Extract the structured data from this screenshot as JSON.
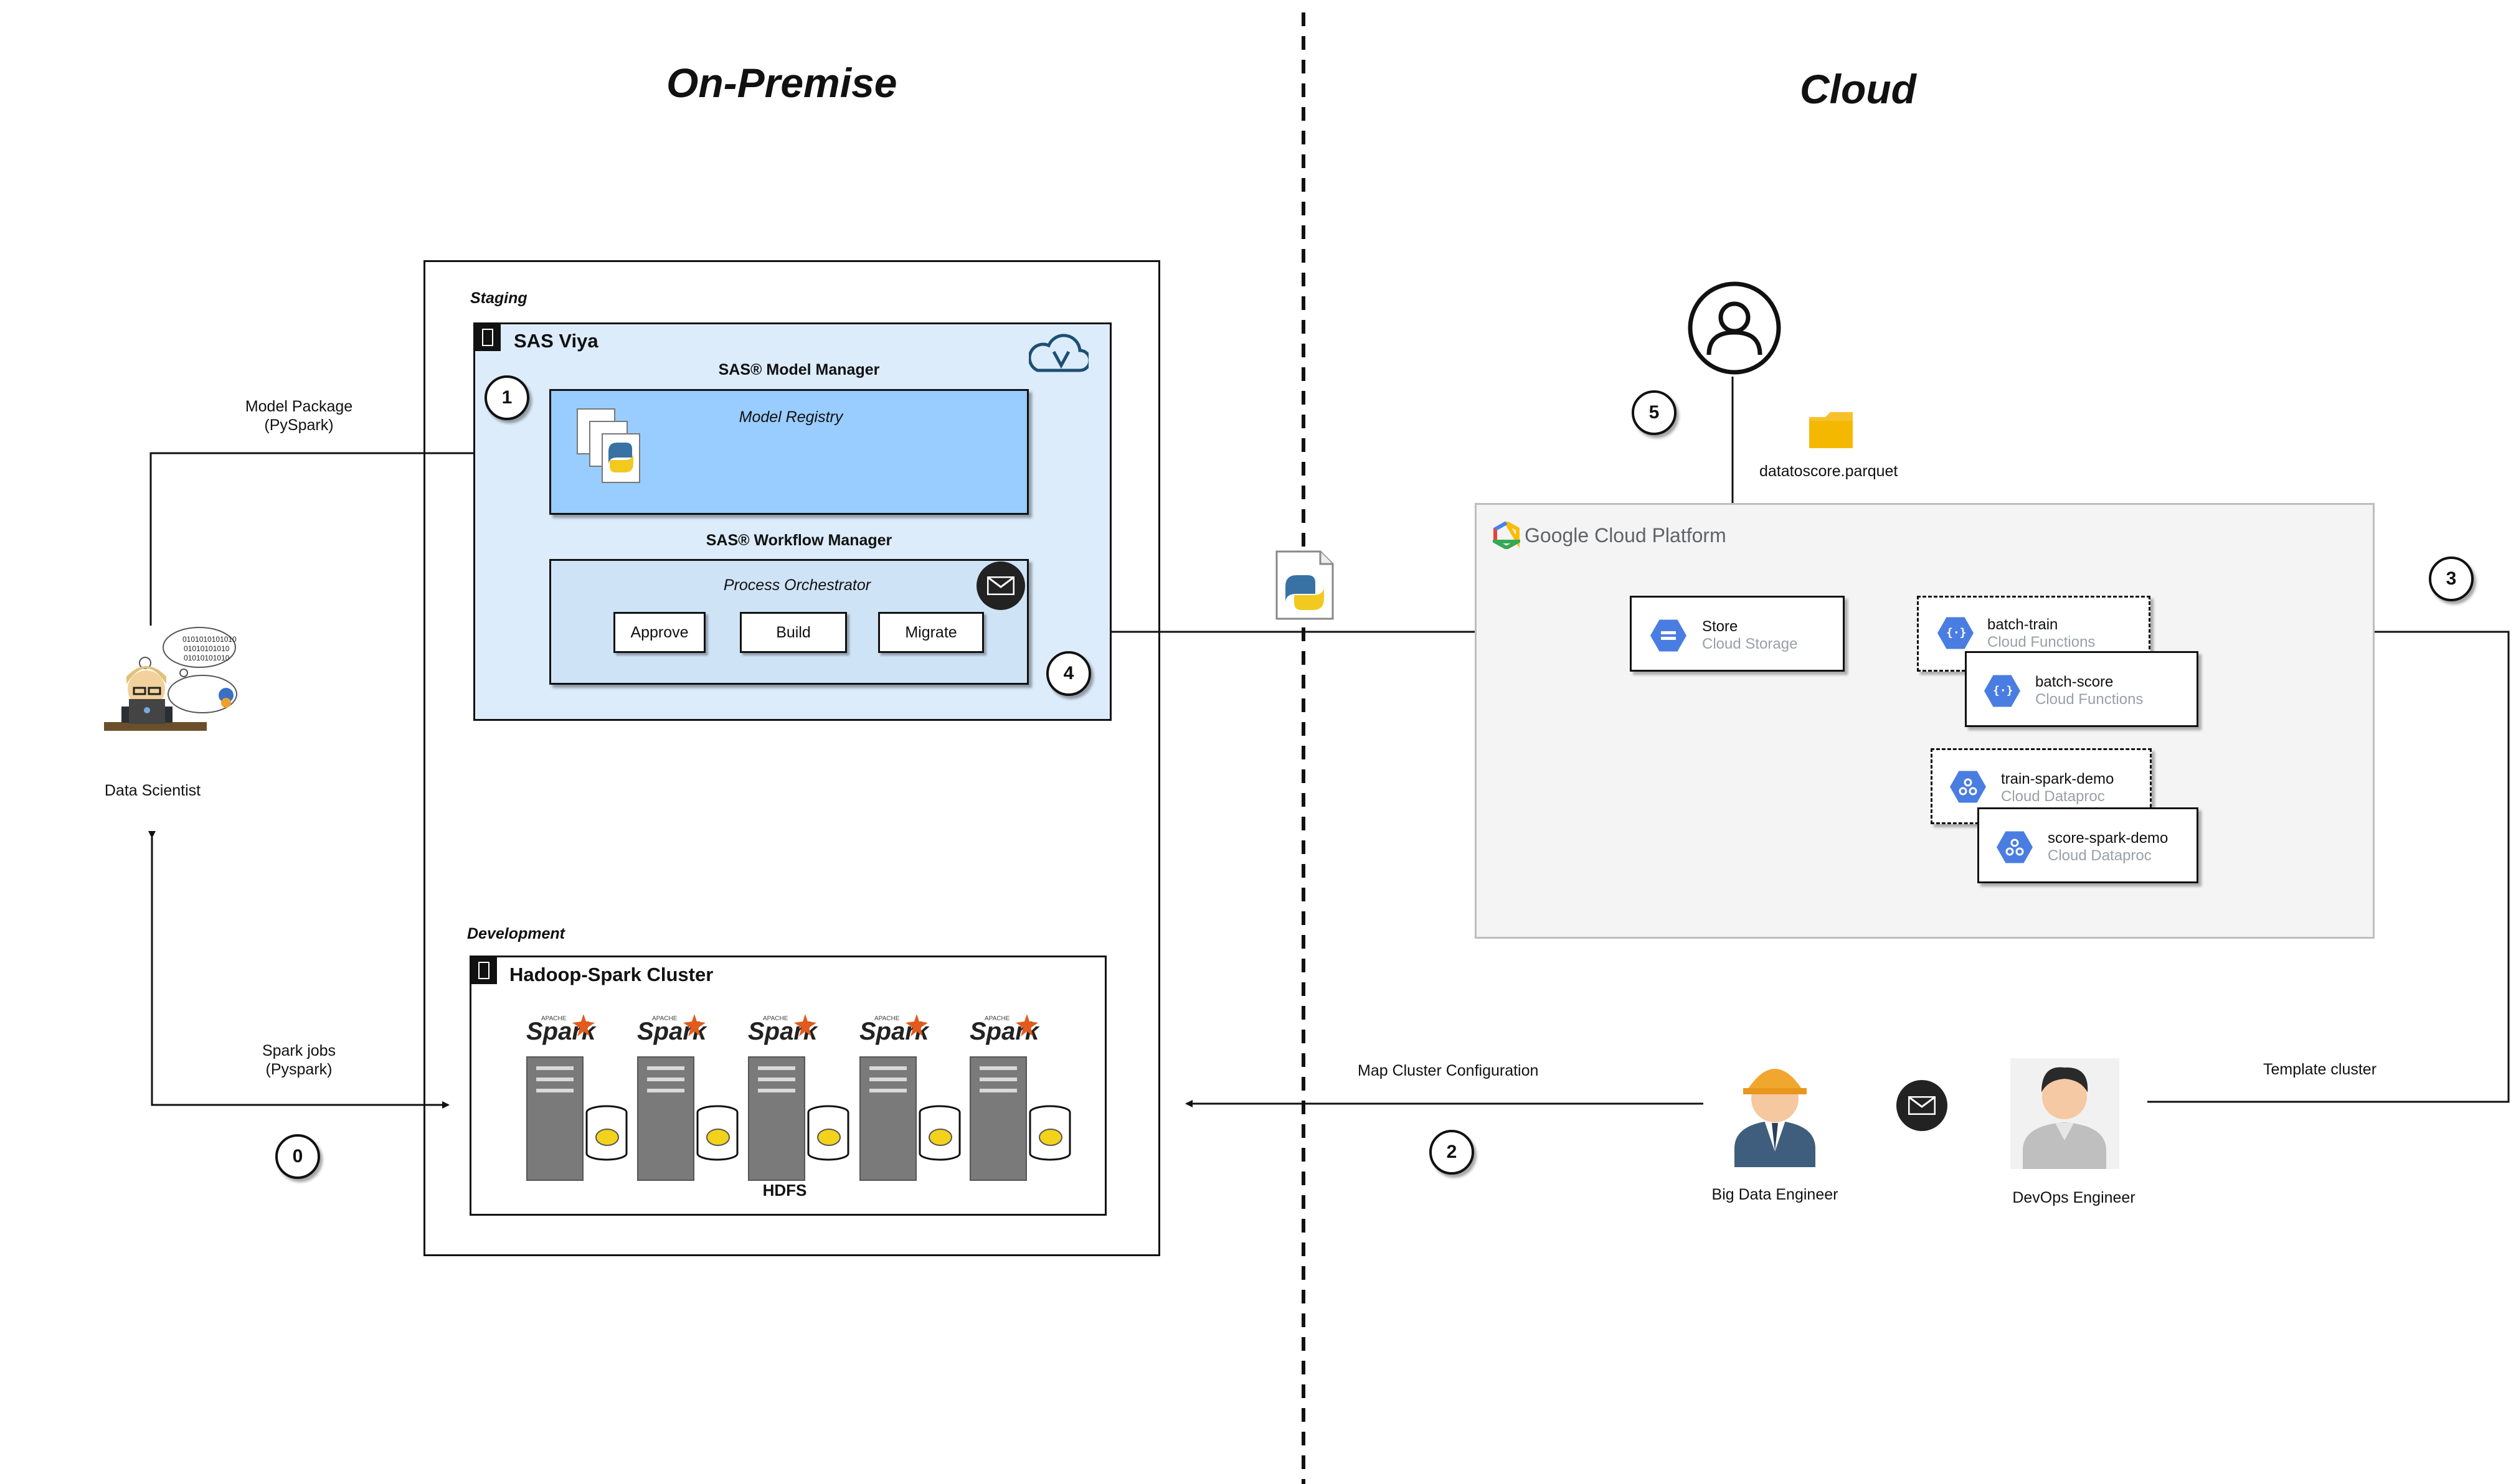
{
  "titles": {
    "on_premise": "On-Premise",
    "cloud": "Cloud"
  },
  "on_prem": {
    "staging_label": "Staging",
    "sas_viya": "SAS Viya",
    "model_manager": "SAS® Model Manager",
    "model_registry": "Model Registry",
    "workflow_manager": "SAS® Workflow Manager",
    "process_orchestrator": "Process Orchestrator",
    "steps": [
      "Approve",
      "Build",
      "Migrate"
    ],
    "development_label": "Development",
    "hadoop_cluster": "Hadoop-Spark Cluster",
    "spark_logo": "Spark",
    "apache_tag": "APACHE",
    "hdfs": "HDFS",
    "node_count": 5
  },
  "actors": {
    "data_scientist": "Data Scientist",
    "big_data_engineer": "Big Data Engineer",
    "devops_engineer": "DevOps Engineer",
    "binary_lines": [
      "0101010101010",
      "01010101010",
      "01010101010"
    ]
  },
  "edges": {
    "model_package": [
      "Model Package",
      "(PySpark)"
    ],
    "spark_jobs": [
      "Spark jobs",
      "(Pyspark)"
    ],
    "map_cluster": "Map Cluster Configuration",
    "template_cluster": "Template cluster",
    "parquet_file": "datatoscore.parquet"
  },
  "badges": [
    "0",
    "1",
    "2",
    "3",
    "4",
    "5"
  ],
  "gcp": {
    "logo_google": "Google",
    "logo_cloud": "Cloud Platform",
    "store": {
      "title": "Store",
      "subtitle": "Cloud Storage"
    },
    "batch_train": {
      "title": "batch-train",
      "subtitle": "Cloud Functions"
    },
    "batch_score": {
      "title": "batch-score",
      "subtitle": "Cloud Functions"
    },
    "train_spark": {
      "title": "train-spark-demo",
      "subtitle": "Cloud Dataproc"
    },
    "score_spark": {
      "title": "score-spark-demo",
      "subtitle": "Cloud Dataproc"
    }
  },
  "colors": {
    "sas_viya_fill": "#dcecfb",
    "model_registry_fill": "#99ccff",
    "workflow_fill": "#cfe3f7",
    "gcp_fill": "#f4f4f4",
    "gcp_blue": "#4a7de2",
    "parquet_folder": "#f7c12b"
  },
  "icons": [
    "python-file-icon",
    "cloud-icon",
    "envelope-icon",
    "user-icon",
    "folder-icon",
    "storage-icon",
    "functions-icon",
    "dataproc-icon",
    "server-icon",
    "hadoop-elephant-icon",
    "spark-star-icon"
  ]
}
